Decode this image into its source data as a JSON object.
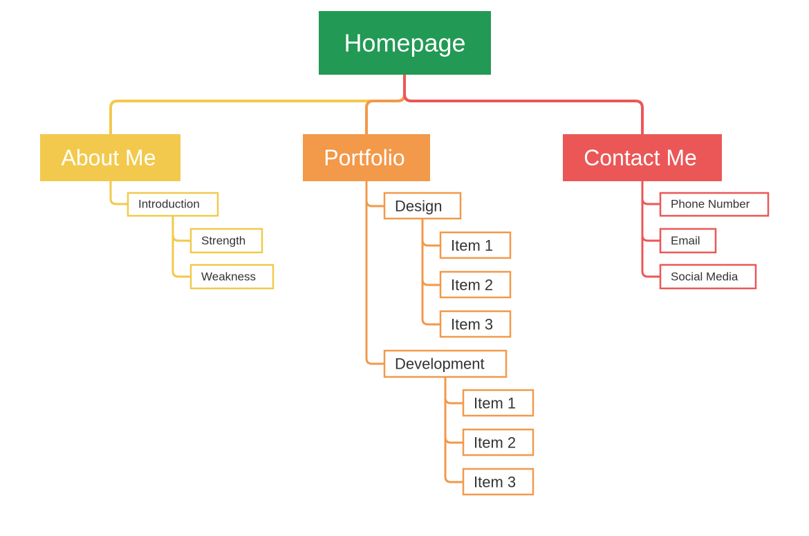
{
  "colors": {
    "background": "#ffffff",
    "root": "#229954",
    "about": "#f2c94c",
    "portfolio": "#f2994a",
    "contact": "#eb5757",
    "leaf_text": "#333333"
  },
  "root": {
    "label": "Homepage"
  },
  "branches": {
    "about": {
      "label": "About Me",
      "introduction": "Introduction",
      "strength": "Strength",
      "weakness": "Weakness"
    },
    "portfolio": {
      "label": "Portfolio",
      "design": "Design",
      "design_items": [
        "Item 1",
        "Item 2",
        "Item 3"
      ],
      "development": "Development",
      "development_items": [
        "Item 1",
        "Item 2",
        "Item 3"
      ]
    },
    "contact": {
      "label": "Contact Me",
      "phone": "Phone Number",
      "email": "Email",
      "social": "Social Media"
    }
  }
}
